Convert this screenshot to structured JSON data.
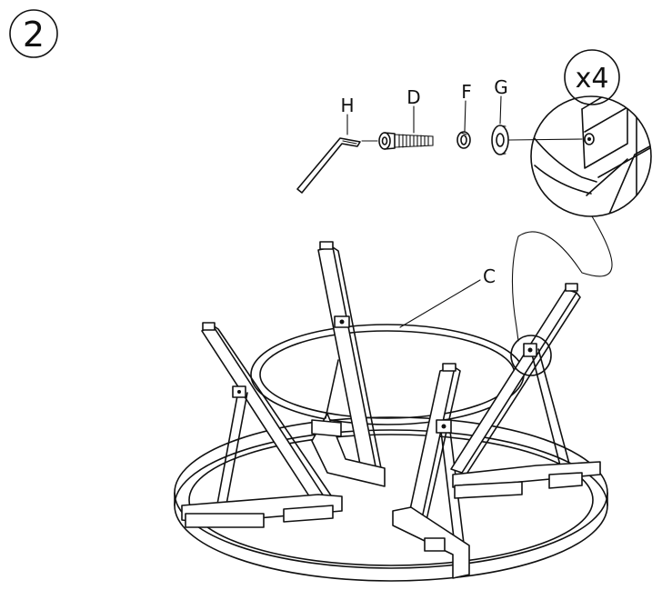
{
  "step": {
    "number": "2"
  },
  "parts": {
    "H": {
      "label": "H",
      "icon": "hex-key-icon"
    },
    "D": {
      "label": "D",
      "icon": "bolt-icon"
    },
    "F": {
      "label": "F",
      "icon": "spring-washer-icon"
    },
    "G": {
      "label": "G",
      "icon": "flat-washer-icon"
    },
    "C": {
      "label": "C",
      "icon": "ring-icon"
    }
  },
  "quantity": {
    "label": "x4"
  }
}
